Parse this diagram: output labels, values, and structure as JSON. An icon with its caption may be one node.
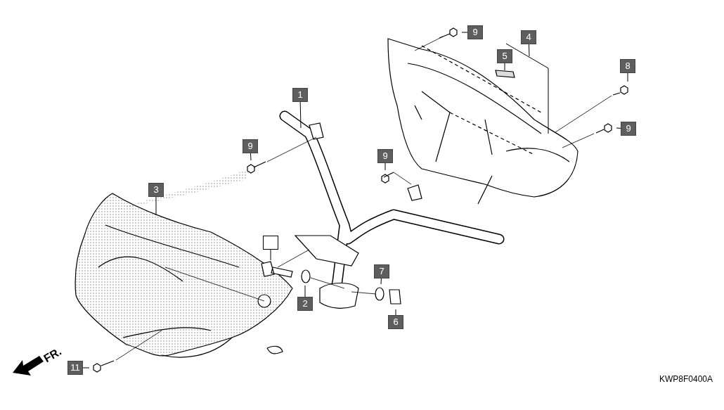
{
  "diagram": {
    "nodes": [
      {
        "text": [
          "9"
        ]
      },
      {
        "text": [
          "4"
        ]
      },
      {
        "text": [
          "5"
        ]
      },
      {
        "text": [
          "8"
        ]
      },
      {
        "text": [
          "1"
        ]
      },
      {
        "text": [
          "9"
        ]
      },
      {
        "text": [
          "9"
        ]
      },
      {
        "text": [
          "9"
        ]
      },
      {
        "text": [
          "3"
        ]
      },
      {
        "text": [],
        "shape": "box"
      },
      {
        "text": [
          "7"
        ]
      },
      {
        "text": [
          "2"
        ]
      },
      {
        "text": [
          "6"
        ]
      },
      {
        "text": [
          "11"
        ]
      }
    ],
    "edges": [
      {
        "from": 0,
        "to": null,
        "arrow": "none"
      },
      {
        "from": 1,
        "to": null,
        "arrow": "none"
      },
      {
        "from": 2,
        "to": null,
        "arrow": "none"
      },
      {
        "from": 3,
        "to": null,
        "arrow": "none"
      },
      {
        "from": 4,
        "to": null,
        "arrow": "none"
      },
      {
        "from": 5,
        "to": null,
        "arrow": "none"
      },
      {
        "from": 6,
        "to": null,
        "arrow": "none"
      },
      {
        "from": 7,
        "to": null,
        "arrow": "none"
      },
      {
        "from": 8,
        "to": null,
        "arrow": "none"
      },
      {
        "from": 9,
        "to": null,
        "arrow": "none"
      },
      {
        "from": 10,
        "to": null,
        "arrow": "none"
      },
      {
        "from": 11,
        "to": null,
        "arrow": "none"
      },
      {
        "from": 12,
        "to": null,
        "arrow": "none"
      },
      {
        "from": 13,
        "to": null,
        "arrow": "none"
      }
    ],
    "labels": [
      "FR.",
      "KWP8F0400A"
    ]
  }
}
